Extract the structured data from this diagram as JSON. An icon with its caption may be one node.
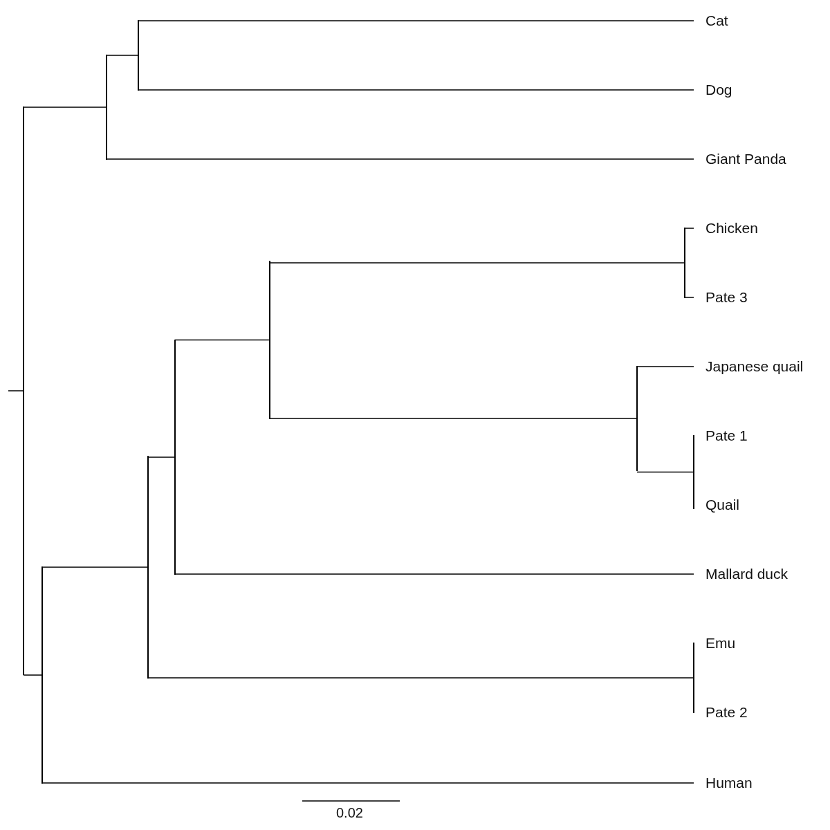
{
  "diagram": {
    "nodes": [
      {
        "text": [],
        "shape": "bar"
      },
      {
        "text": [],
        "shape": "bar"
      },
      {
        "text": [],
        "shape": "bar"
      },
      {
        "text": [
          "Cat"
        ]
      },
      {
        "text": [
          "Dog"
        ]
      },
      {
        "text": [
          "Giant Panda"
        ]
      },
      {
        "text": [],
        "shape": "bar"
      },
      {
        "text": [],
        "shape": "bar"
      },
      {
        "text": [],
        "shape": "bar"
      },
      {
        "text": [],
        "shape": "bar"
      },
      {
        "text": [],
        "shape": "bar"
      },
      {
        "text": [
          "Chicken"
        ]
      },
      {
        "text": [
          "Pate 3"
        ]
      },
      {
        "text": [],
        "shape": "bar"
      },
      {
        "text": [
          "Japanese quail"
        ]
      },
      {
        "text": [],
        "shape": "bar"
      },
      {
        "text": [
          "Pate 1"
        ]
      },
      {
        "text": [
          "Quail"
        ]
      },
      {
        "text": [
          "Mallard duck"
        ]
      },
      {
        "text": [],
        "shape": "bar"
      },
      {
        "text": [
          "Emu"
        ]
      },
      {
        "text": [
          "Pate 2"
        ]
      },
      {
        "text": [
          "Human"
        ]
      }
    ],
    "edges": [
      {
        "from": null,
        "to": 0,
        "arrow": "none"
      },
      {
        "from": 0,
        "to": 1,
        "arrow": "none"
      },
      {
        "from": 0,
        "to": 6,
        "arrow": "none"
      },
      {
        "from": 1,
        "to": 2,
        "arrow": "none"
      },
      {
        "from": 1,
        "to": 5,
        "arrow": "none"
      },
      {
        "from": 2,
        "to": 3,
        "arrow": "none"
      },
      {
        "from": 2,
        "to": 4,
        "arrow": "none"
      },
      {
        "from": 6,
        "to": 7,
        "arrow": "none"
      },
      {
        "from": 6,
        "to": 22,
        "arrow": "none"
      },
      {
        "from": 7,
        "to": 8,
        "arrow": "none"
      },
      {
        "from": 7,
        "to": 19,
        "arrow": "none"
      },
      {
        "from": 8,
        "to": 9,
        "arrow": "none"
      },
      {
        "from": 8,
        "to": 18,
        "arrow": "none"
      },
      {
        "from": 9,
        "to": 10,
        "arrow": "none"
      },
      {
        "from": 9,
        "to": 13,
        "arrow": "none"
      },
      {
        "from": 10,
        "to": 11,
        "arrow": "none"
      },
      {
        "from": 10,
        "to": 12,
        "arrow": "none"
      },
      {
        "from": 13,
        "to": 14,
        "arrow": "none"
      },
      {
        "from": 13,
        "to": 15,
        "arrow": "none"
      }
    ],
    "labels": [
      "0.02"
    ]
  }
}
